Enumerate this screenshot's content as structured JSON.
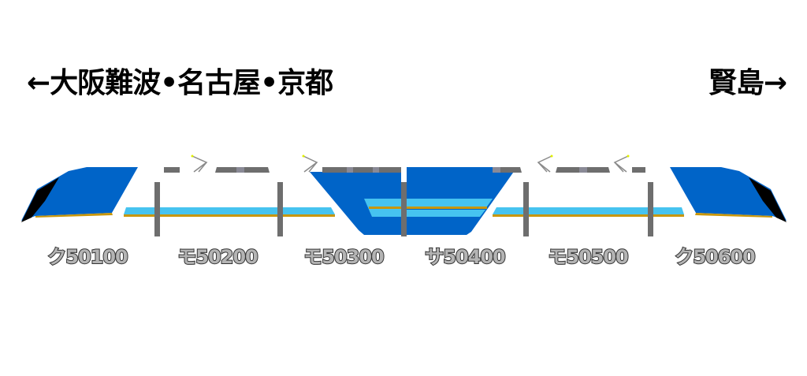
{
  "destinations": {
    "left": "←大阪難波•名古屋•京都",
    "right": "賢島→"
  },
  "colors": {
    "body_blue": "#0064c8",
    "stripe_light_blue": "#46c3f0",
    "gold_line": "#c8960a",
    "gray": "#6e6e6e",
    "window_black": "#000000"
  },
  "cars": [
    {
      "label": "ク50100",
      "type": "cab"
    },
    {
      "label": "モ50200",
      "type": "motor"
    },
    {
      "label": "モ50300",
      "type": "motor-double-deck"
    },
    {
      "label": "サ50400",
      "type": "trailer-double-deck"
    },
    {
      "label": "モ50500",
      "type": "motor"
    },
    {
      "label": "ク50600",
      "type": "cab"
    }
  ]
}
